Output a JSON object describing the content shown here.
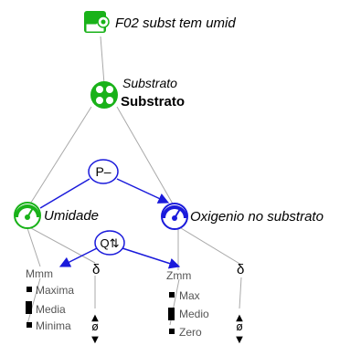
{
  "model": {
    "title": "F02 subst tem umid"
  },
  "entity": {
    "name_italic": "Substrato",
    "name_bold": "Substrato"
  },
  "quantities": {
    "left": {
      "name": "Umidade",
      "space_name": "Mmm",
      "derivative_symbol": "δ",
      "values": [
        "Maxima",
        "Media",
        "Minima"
      ],
      "current_value": "Media",
      "derivative_values": [
        "▲",
        "ø",
        "▼"
      ]
    },
    "right": {
      "name": "Oxigenio no substrato",
      "space_name": "Zmm",
      "derivative_symbol": "δ",
      "values": [
        "Max",
        "Medio",
        "Zero"
      ],
      "current_value": "Medio",
      "derivative_values": [
        "▲",
        "ø",
        "▼"
      ]
    }
  },
  "relations": {
    "proportionality": "P–",
    "correspondence": "Q⇅"
  },
  "colors": {
    "green": "#19b219",
    "blue": "#1a1adb",
    "line": "#a9a9a9",
    "text": "#000000",
    "muted_text": "#555555"
  },
  "icons": {
    "model_icon": "folder-gear-icon",
    "entity_icon": "entity-circle-icon",
    "quantity_icon_left": "gauge-icon",
    "quantity_icon_right": "gauge-icon"
  }
}
